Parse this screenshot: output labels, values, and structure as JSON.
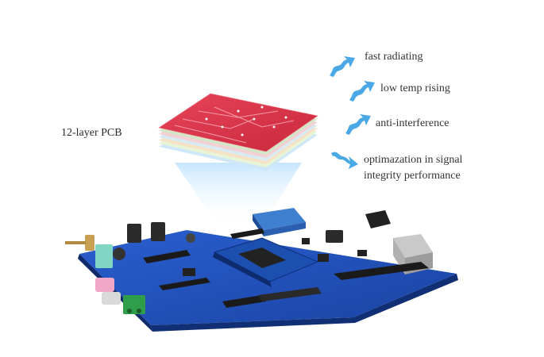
{
  "pcb_label": "12-layer PCB",
  "features": [
    {
      "icon": "wavy-arrow-icon",
      "text": "fast radiating"
    },
    {
      "icon": "wavy-arrow-icon",
      "text": "low temp rising"
    },
    {
      "icon": "wavy-arrow-icon",
      "text": "anti-interference"
    },
    {
      "icon": "wavy-arrow-icon",
      "text_line1": "optimazation in signal",
      "text_line2": "integrity performance"
    }
  ],
  "colors": {
    "board_blue": "#1f4fb8",
    "board_dark": "#163a8a",
    "layer_red": "#e0404a",
    "arrow_blue": "#4aa8e6",
    "connector_green": "#2e9e4a",
    "vga_blue": "#3f7fd0"
  }
}
